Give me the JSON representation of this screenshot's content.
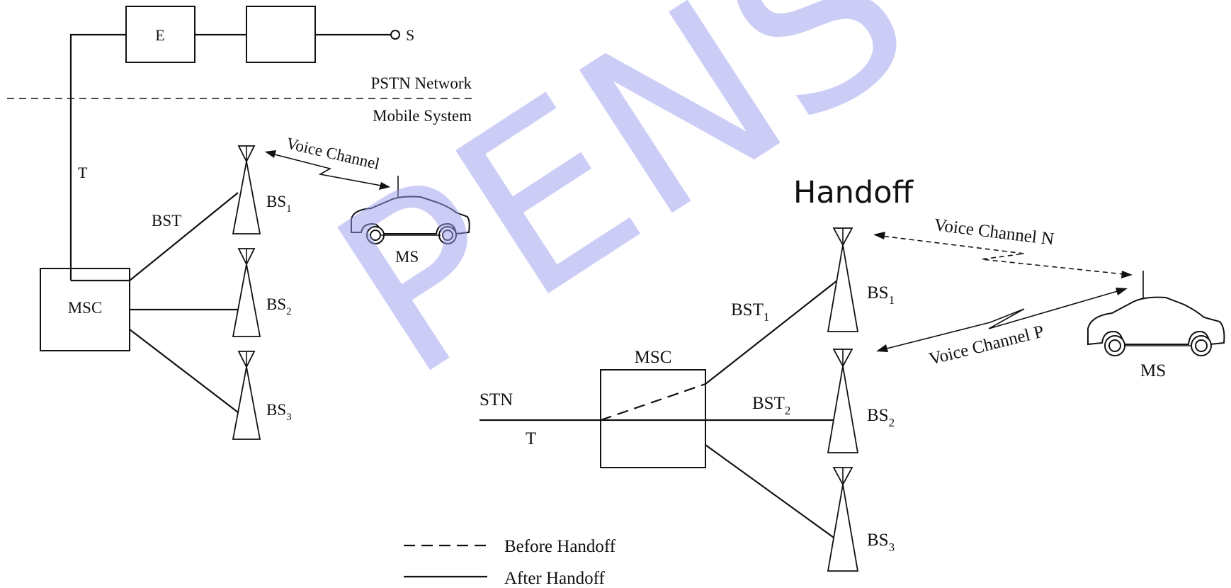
{
  "colors": {
    "watermark": "#9a9cf0",
    "ink": "#111111"
  },
  "left_diagram": {
    "block_e": "E",
    "terminal_s": "S",
    "pstn_network": "PSTN Network",
    "mobile_system": "Mobile System",
    "trunk_t": "T",
    "bst": "BST",
    "msc": "MSC",
    "bs1": "BS",
    "bs1_sub": "1",
    "bs2": "BS",
    "bs2_sub": "2",
    "bs3": "BS",
    "bs3_sub": "3",
    "voice_channel": "Voice Channel",
    "ms": "MS"
  },
  "right_diagram": {
    "title": "Handoff",
    "stn": "STN",
    "trunk_t": "T",
    "msc": "MSC",
    "bst1": "BST",
    "bst1_sub": "1",
    "bst2": "BST",
    "bst2_sub": "2",
    "bs1": "BS",
    "bs1_sub": "1",
    "bs2": "BS",
    "bs2_sub": "2",
    "bs3": "BS",
    "bs3_sub": "3",
    "voice_channel_n": "Voice Channel N",
    "voice_channel_p": "Voice Channel P",
    "ms": "MS"
  },
  "legend": {
    "before": "Before Handoff",
    "after": "After Handoff"
  },
  "watermark": {
    "text": "PENS"
  }
}
